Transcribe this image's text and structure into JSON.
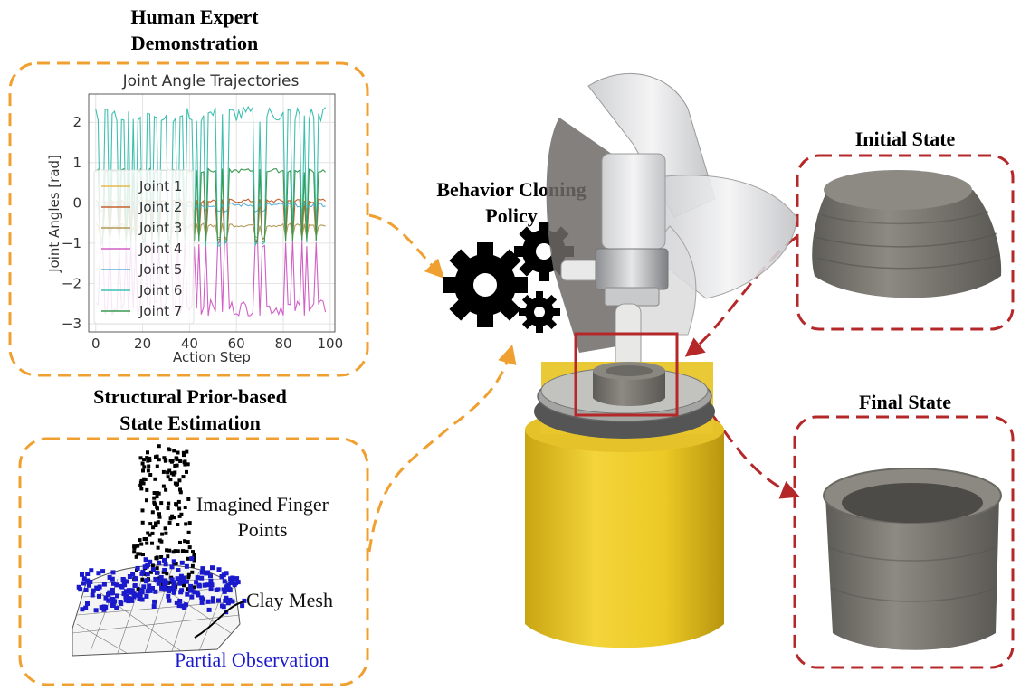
{
  "human_demo": {
    "title_line1": "Human Expert",
    "title_line2": "Demonstration"
  },
  "state_estimation": {
    "title_line1": "Structural Prior-based",
    "title_line2": "State Estimation"
  },
  "policy": {
    "title_line1": "Behavior Cloning",
    "title_line2": "Policy"
  },
  "initial_state": {
    "title": "Initial State"
  },
  "final_state": {
    "title": "Final State"
  },
  "point_cloud": {
    "finger_label_line1": "Imagined Finger",
    "finger_label_line2": "Points",
    "mesh_label": "Clay Mesh",
    "observation_label": "Partial Observation",
    "observation_color": "#1a1acc"
  },
  "colors": {
    "orange": "#f0a030",
    "red": "#b5282a",
    "clay": "#7c7a74",
    "yellow": "#ecc925"
  },
  "chart_data": {
    "type": "line",
    "title": "Joint Angle Trajectories",
    "xlabel": "Action Step",
    "ylabel": "Joint Angles [rad]",
    "xlim": [
      -3,
      102
    ],
    "ylim": [
      -3.2,
      2.7
    ],
    "xticks": [
      0,
      20,
      40,
      60,
      80,
      100
    ],
    "yticks": [
      -3,
      -2,
      -1,
      0,
      1,
      2
    ],
    "grid": true,
    "legend_position": "left",
    "series": [
      {
        "name": "Joint 1",
        "color": "#e6b94a",
        "base": -0.25,
        "low": -0.25,
        "amp": 0.0
      },
      {
        "name": "Joint 2",
        "color": "#c8602e",
        "base": 0.05,
        "low": -0.9,
        "amp": 0.05
      },
      {
        "name": "Joint 3",
        "color": "#b39a5a",
        "base": -0.55,
        "low": -0.85,
        "amp": 0.05
      },
      {
        "name": "Joint 4",
        "color": "#d05fc6",
        "base": -2.6,
        "low": -1.0,
        "amp": 0.2
      },
      {
        "name": "Joint 5",
        "color": "#5fb0d8",
        "base": -0.05,
        "low": -0.2,
        "amp": 0.05
      },
      {
        "name": "Joint 6",
        "color": "#3fbfb0",
        "base": 2.2,
        "low": -1.0,
        "amp": 0.2
      },
      {
        "name": "Joint 7",
        "color": "#3a9a50",
        "base": 0.8,
        "low": -0.95,
        "amp": 0.05
      }
    ]
  }
}
